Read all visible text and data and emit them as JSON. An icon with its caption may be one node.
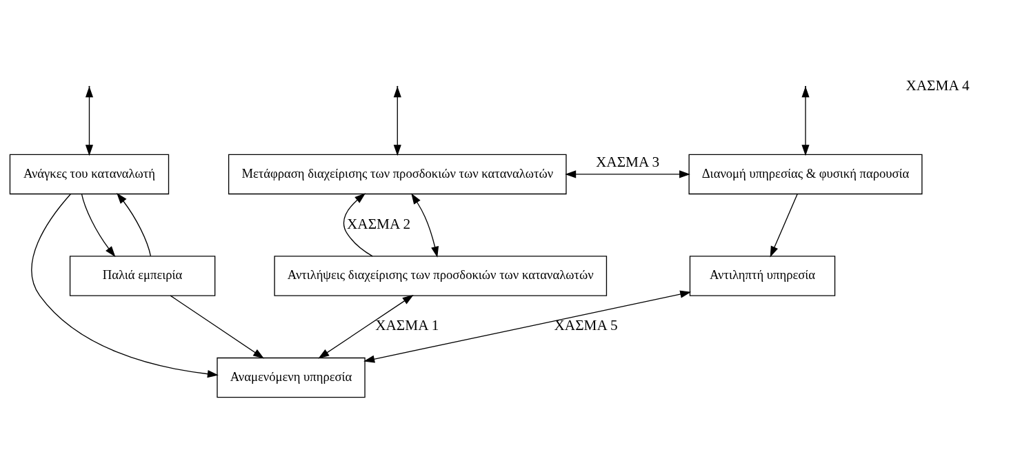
{
  "diagram": {
    "nodes": [
      {
        "text": [
          "Μετάφραση διαχείρισης των προσδοκιών των καταναλωτών"
        ]
      },
      {
        "text": [
          "Διανομή υπηρεσίας & φυσική παρουσία"
        ]
      },
      {
        "text": [
          "Ανάγκες του καταναλωτή"
        ]
      },
      {
        "text": [
          "Αντιλήψεις διαχείρισης των προσδοκιών των καταναλωτών"
        ]
      },
      {
        "text": [
          "Αντιληπτή υπηρεσία"
        ]
      },
      {
        "text": [
          "Παλιά εμπειρία"
        ]
      },
      {
        "text": [
          "Αναμενόμενη υπηρεσία"
        ]
      }
    ],
    "edges": [
      {
        "from": null,
        "to": 0,
        "arrow": "both"
      },
      {
        "from": null,
        "to": 1,
        "arrow": "both"
      },
      {
        "from": null,
        "to": 2,
        "arrow": "both"
      },
      {
        "from": 0,
        "to": 1,
        "arrow": "both",
        "label": "ΧΑΣΜΑ 3"
      },
      {
        "from": 0,
        "to": 3,
        "arrow": "both"
      },
      {
        "from": 3,
        "to": 0,
        "arrow": "to",
        "label": "ΧΑΣΜΑ 2"
      },
      {
        "from": 1,
        "to": 4,
        "arrow": "to"
      },
      {
        "from": 2,
        "to": 5,
        "arrow": "to"
      },
      {
        "from": 5,
        "to": 2,
        "arrow": "to"
      },
      {
        "from": 4,
        "to": 6,
        "arrow": "both",
        "label": "ΧΑΣΜΑ 5"
      },
      {
        "from": 2,
        "to": 6,
        "arrow": "to"
      },
      {
        "from": 5,
        "to": 6,
        "arrow": "to"
      },
      {
        "from": 6,
        "to": 3,
        "arrow": "both",
        "label": "ΧΑΣΜΑ 1"
      }
    ],
    "labels": [
      "ΧΑΣΜΑ 4"
    ]
  }
}
